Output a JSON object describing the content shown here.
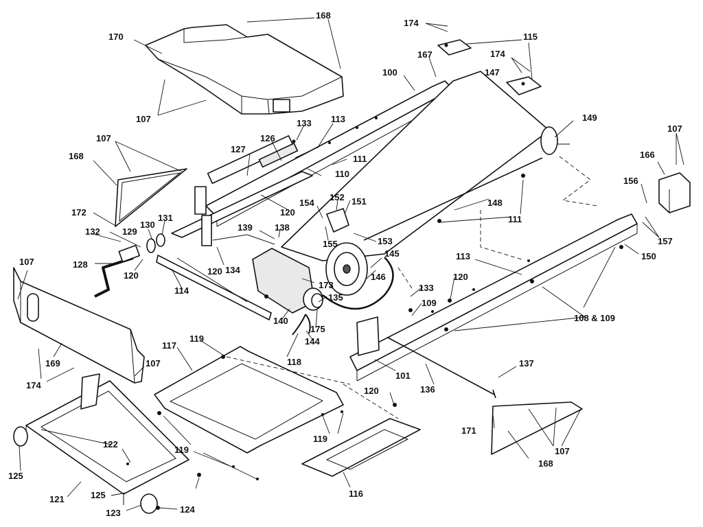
{
  "callouts": [
    {
      "id": "c168a",
      "text": "168"
    },
    {
      "id": "c170",
      "text": "170"
    },
    {
      "id": "c107a",
      "text": "107"
    },
    {
      "id": "c174a",
      "text": "174"
    },
    {
      "id": "c115",
      "text": "115"
    },
    {
      "id": "c174b",
      "text": "174"
    },
    {
      "id": "c167",
      "text": "167"
    },
    {
      "id": "c100",
      "text": "100"
    },
    {
      "id": "c147",
      "text": "147"
    },
    {
      "id": "c149",
      "text": "149"
    },
    {
      "id": "c107b",
      "text": "107"
    },
    {
      "id": "c166",
      "text": "166"
    },
    {
      "id": "c133a",
      "text": "133"
    },
    {
      "id": "c113a",
      "text": "113"
    },
    {
      "id": "c126",
      "text": "126"
    },
    {
      "id": "c127",
      "text": "127"
    },
    {
      "id": "c111a",
      "text": "111"
    },
    {
      "id": "c110",
      "text": "110"
    },
    {
      "id": "c107c",
      "text": "107"
    },
    {
      "id": "c168b",
      "text": "168"
    },
    {
      "id": "c156",
      "text": "156"
    },
    {
      "id": "c154",
      "text": "154"
    },
    {
      "id": "c152",
      "text": "152"
    },
    {
      "id": "c151",
      "text": "151"
    },
    {
      "id": "c148",
      "text": "148"
    },
    {
      "id": "c111b",
      "text": "111"
    },
    {
      "id": "c172",
      "text": "172"
    },
    {
      "id": "c130",
      "text": "130"
    },
    {
      "id": "c131",
      "text": "131"
    },
    {
      "id": "c120a",
      "text": "120"
    },
    {
      "id": "c139",
      "text": "139"
    },
    {
      "id": "c138",
      "text": "138"
    },
    {
      "id": "c155",
      "text": "155"
    },
    {
      "id": "c153",
      "text": "153"
    },
    {
      "id": "c157",
      "text": "157"
    },
    {
      "id": "c132",
      "text": "132"
    },
    {
      "id": "c129",
      "text": "129"
    },
    {
      "id": "c145",
      "text": "145"
    },
    {
      "id": "c150",
      "text": "150"
    },
    {
      "id": "c107d",
      "text": "107"
    },
    {
      "id": "c128",
      "text": "128"
    },
    {
      "id": "c120b",
      "text": "120"
    },
    {
      "id": "c134",
      "text": "134"
    },
    {
      "id": "c113b",
      "text": "113"
    },
    {
      "id": "c120c",
      "text": "120"
    },
    {
      "id": "c146",
      "text": "146"
    },
    {
      "id": "c173",
      "text": "173"
    },
    {
      "id": "c133b",
      "text": "133"
    },
    {
      "id": "c120d",
      "text": "120"
    },
    {
      "id": "c114",
      "text": "114"
    },
    {
      "id": "c135",
      "text": "135"
    },
    {
      "id": "c109",
      "text": "109"
    },
    {
      "id": "c140",
      "text": "140"
    },
    {
      "id": "c175",
      "text": "175"
    },
    {
      "id": "c108109",
      "text": "108 & 109"
    },
    {
      "id": "c144",
      "text": "144"
    },
    {
      "id": "c119a",
      "text": "119"
    },
    {
      "id": "c117",
      "text": "117"
    },
    {
      "id": "c169",
      "text": "169"
    },
    {
      "id": "c107e",
      "text": "107"
    },
    {
      "id": "c118",
      "text": "118"
    },
    {
      "id": "c174c",
      "text": "174"
    },
    {
      "id": "c101",
      "text": "101"
    },
    {
      "id": "c137",
      "text": "137"
    },
    {
      "id": "c136",
      "text": "136"
    },
    {
      "id": "c120e",
      "text": "120"
    },
    {
      "id": "c122",
      "text": "122"
    },
    {
      "id": "c119b",
      "text": "119"
    },
    {
      "id": "c171",
      "text": "171"
    },
    {
      "id": "c107f",
      "text": "107"
    },
    {
      "id": "c119c",
      "text": "119"
    },
    {
      "id": "c168c",
      "text": "168"
    },
    {
      "id": "c125a",
      "text": "125"
    },
    {
      "id": "c116",
      "text": "116"
    },
    {
      "id": "c125b",
      "text": "125"
    },
    {
      "id": "c121",
      "text": "121"
    },
    {
      "id": "c123",
      "text": "123"
    },
    {
      "id": "c124",
      "text": "124"
    }
  ]
}
